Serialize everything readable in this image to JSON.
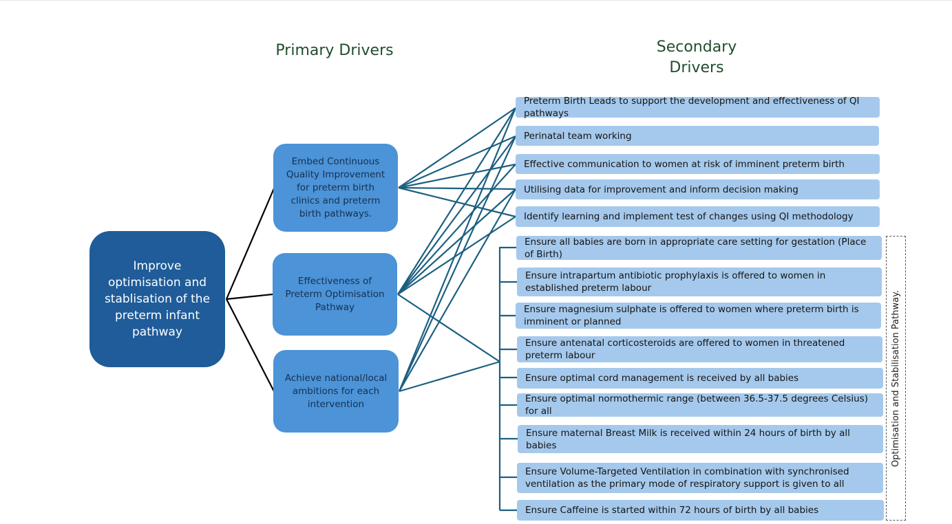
{
  "headings": {
    "primary": "Primary Drivers",
    "secondary_line1": "Secondary",
    "secondary_line2": "Drivers"
  },
  "goal": "Improve optimisation and stablisation of the preterm infant pathway",
  "primary_drivers": [
    "Embed Continuous Quality Improvement for preterm birth clinics and preterm birth pathways.",
    "Effectiveness of Preterm Optimisation Pathway",
    "Achieve national/local ambitions for each intervention"
  ],
  "secondary_drivers": [
    "Preterm Birth Leads to support the development and effectiveness of QI pathways",
    "Perinatal team working",
    "Effective communication to women at risk of imminent preterm birth",
    "Utilising data for improvement and inform decision making",
    "Identify learning and implement test of changes using QI methodology",
    "Ensure all babies are born in appropriate care setting for gestation (Place of Birth)",
    "Ensure intrapartum antibiotic prophylaxis is offered to women in established preterm labour",
    "Ensure magnesium sulphate is offered to women where preterm birth is imminent or planned",
    "Ensure antenatal corticosteroids are offered to women in threatened preterm labour",
    "Ensure optimal cord management is received by all babies",
    "Ensure optimal normothermic range (between 36.5-37.5 degrees Celsius) for all",
    "Ensure maternal Breast Milk is received within 24 hours of birth by all babies",
    "Ensure Volume-Targeted Ventilation in combination with synchronised ventilation as the primary mode of respiratory support is given to all",
    "Ensure Caffeine is started within 72 hours of birth by all babies"
  ],
  "side_label": "Optimisation and Stabilisation Pathway.",
  "colors": {
    "goal": "#1f5c99",
    "primary": "#4c93d8",
    "secondary": "#a5c9ec",
    "connector": "#1b5f80",
    "heading": "#1f4e2c"
  }
}
